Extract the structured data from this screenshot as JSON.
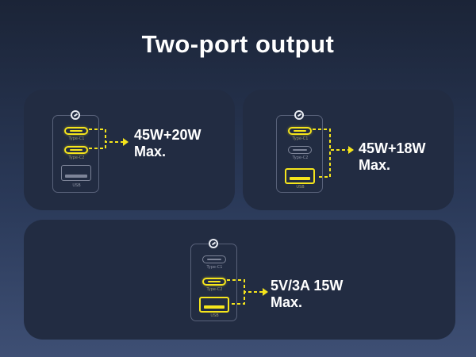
{
  "title": "Two-port output",
  "colors": {
    "accent": "#f5e51c",
    "panel": "#222c42",
    "outline": "#59627a"
  },
  "icons": {
    "charger_logo": "charger-logo-icon",
    "connector": "dashed-arrow-icon"
  },
  "panels": [
    {
      "ports": [
        {
          "label": "Type-C1",
          "active": true
        },
        {
          "label": "Type-C2",
          "active": true
        },
        {
          "label": "USB",
          "active": false
        }
      ],
      "output_line1": "45W+20W",
      "output_line2": "Max."
    },
    {
      "ports": [
        {
          "label": "Type-C1",
          "active": true
        },
        {
          "label": "Type-C2",
          "active": false
        },
        {
          "label": "USB",
          "active": true
        }
      ],
      "output_line1": "45W+18W",
      "output_line2": "Max."
    },
    {
      "ports": [
        {
          "label": "Type-C1",
          "active": false
        },
        {
          "label": "Type-C2",
          "active": true
        },
        {
          "label": "USB",
          "active": true
        }
      ],
      "output_line1": "5V/3A 15W",
      "output_line2": "Max."
    }
  ]
}
